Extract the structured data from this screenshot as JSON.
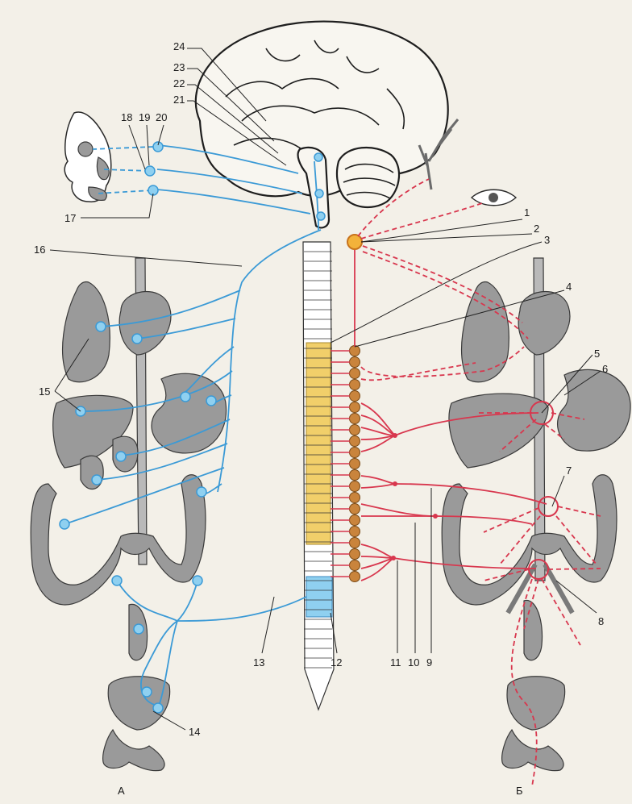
{
  "colors": {
    "parasympathetic": "#3b9ad6",
    "sympathetic": "#d8374e",
    "ganglion": "#c9843c",
    "spinal_thoracolumbar": "#f1cf6a",
    "spinal_sacral": "#8fd0f0"
  },
  "labels": {
    "n1": "1",
    "n2": "2",
    "n3": "3",
    "n4": "4",
    "n5": "5",
    "n6": "6",
    "n7": "7",
    "n8": "8",
    "n9": "9",
    "n10": "10",
    "n11": "11",
    "n12": "12",
    "n13": "13",
    "n14": "14",
    "n15": "15",
    "n16": "16",
    "n17": "17",
    "n18": "18",
    "n19": "19",
    "n20": "20",
    "n21": "21",
    "n22": "22",
    "n23": "23",
    "n24": "24"
  },
  "side_labels": {
    "left": "А",
    "right": "Б"
  }
}
